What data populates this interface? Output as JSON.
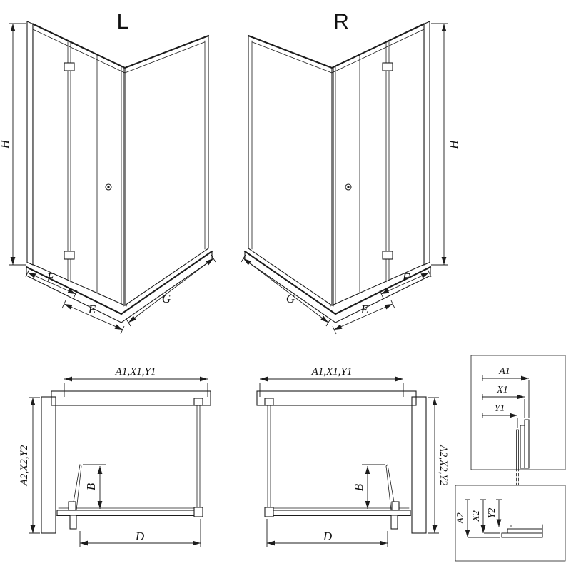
{
  "labels": {
    "variant_left": "L",
    "variant_right": "R",
    "height": "H",
    "door_width": "F",
    "entry_width": "E",
    "side_panel": "G",
    "top_span": "A1,X1,Y1",
    "side_span": "A2,X2,Y2",
    "door_fold_depth": "B",
    "opening_width": "D",
    "a1": "A1",
    "x1": "X1",
    "y1": "Y1",
    "a2": "A2",
    "x2": "X2",
    "y2": "Y2"
  },
  "colors": {
    "line": "#1c1c1c",
    "background": "#ffffff"
  }
}
